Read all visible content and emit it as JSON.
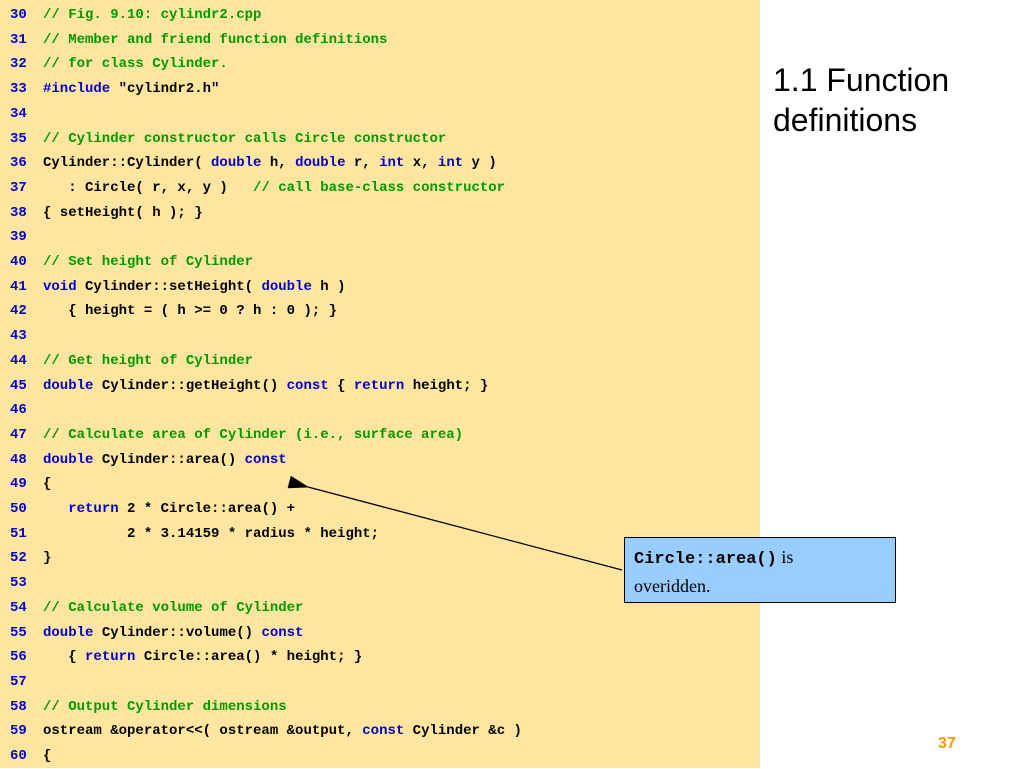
{
  "slide": {
    "title": "1.1 Function definitions",
    "page_number": "37",
    "callout": {
      "code": "Circle::area()",
      "text_after_code": " is",
      "text_line2": "overidden."
    }
  },
  "code_lines": [
    {
      "num": "30",
      "parts": [
        {
          "t": "// Fig. 9.10: cylindr2.cpp",
          "s": "c"
        }
      ]
    },
    {
      "num": "31",
      "parts": [
        {
          "t": "// Member and friend function definitions",
          "s": "c"
        }
      ]
    },
    {
      "num": "32",
      "parts": [
        {
          "t": "// for class Cylinder.",
          "s": "c"
        }
      ]
    },
    {
      "num": "33",
      "parts": [
        {
          "t": "#include",
          "s": "k"
        },
        {
          "t": " \"cylindr2.h\"",
          "s": "n"
        }
      ]
    },
    {
      "num": "34",
      "parts": []
    },
    {
      "num": "35",
      "parts": [
        {
          "t": "// Cylinder constructor calls Circle constructor",
          "s": "c"
        }
      ]
    },
    {
      "num": "36",
      "parts": [
        {
          "t": "Cylinder::Cylinder( ",
          "s": "n"
        },
        {
          "t": "double",
          "s": "k"
        },
        {
          "t": " h, ",
          "s": "n"
        },
        {
          "t": "double",
          "s": "k"
        },
        {
          "t": " r, ",
          "s": "n"
        },
        {
          "t": "int",
          "s": "k"
        },
        {
          "t": " x, ",
          "s": "n"
        },
        {
          "t": "int",
          "s": "k"
        },
        {
          "t": " y )",
          "s": "n"
        }
      ]
    },
    {
      "num": "37",
      "parts": [
        {
          "t": "   : Circle( r, x, y )   ",
          "s": "n"
        },
        {
          "t": "// call base-class constructor",
          "s": "c"
        }
      ]
    },
    {
      "num": "38",
      "parts": [
        {
          "t": "{ setHeight( h ); }",
          "s": "n"
        }
      ]
    },
    {
      "num": "39",
      "parts": []
    },
    {
      "num": "40",
      "parts": [
        {
          "t": "// Set height of Cylinder",
          "s": "c"
        }
      ]
    },
    {
      "num": "41",
      "parts": [
        {
          "t": "void",
          "s": "k"
        },
        {
          "t": " Cylinder::setHeight( ",
          "s": "n"
        },
        {
          "t": "double",
          "s": "k"
        },
        {
          "t": " h )",
          "s": "n"
        }
      ]
    },
    {
      "num": "42",
      "parts": [
        {
          "t": "   { height = ( h >= 0 ? h : 0 ); }",
          "s": "n"
        }
      ]
    },
    {
      "num": "43",
      "parts": []
    },
    {
      "num": "44",
      "parts": [
        {
          "t": "// Get height of Cylinder",
          "s": "c"
        }
      ]
    },
    {
      "num": "45",
      "parts": [
        {
          "t": "double",
          "s": "k"
        },
        {
          "t": " Cylinder::getHeight() ",
          "s": "n"
        },
        {
          "t": "const",
          "s": "k"
        },
        {
          "t": " { ",
          "s": "n"
        },
        {
          "t": "return",
          "s": "k"
        },
        {
          "t": " height; }",
          "s": "n"
        }
      ]
    },
    {
      "num": "46",
      "parts": []
    },
    {
      "num": "47",
      "parts": [
        {
          "t": "// Calculate area of Cylinder (i.e., surface area)",
          "s": "c"
        }
      ]
    },
    {
      "num": "48",
      "parts": [
        {
          "t": "double",
          "s": "k"
        },
        {
          "t": " Cylinder::area() ",
          "s": "n"
        },
        {
          "t": "const",
          "s": "k"
        }
      ]
    },
    {
      "num": "49",
      "parts": [
        {
          "t": "{",
          "s": "n"
        }
      ]
    },
    {
      "num": "50",
      "parts": [
        {
          "t": "   ",
          "s": "n"
        },
        {
          "t": "return",
          "s": "k"
        },
        {
          "t": " 2 * Circle::area() +",
          "s": "n"
        }
      ]
    },
    {
      "num": "51",
      "parts": [
        {
          "t": "          2 * 3.14159 * radius * height;",
          "s": "n"
        }
      ]
    },
    {
      "num": "52",
      "parts": [
        {
          "t": "}",
          "s": "n"
        }
      ]
    },
    {
      "num": "53",
      "parts": []
    },
    {
      "num": "54",
      "parts": [
        {
          "t": "// Calculate volume of Cylinder",
          "s": "c"
        }
      ]
    },
    {
      "num": "55",
      "parts": [
        {
          "t": "double",
          "s": "k"
        },
        {
          "t": " Cylinder::volume() ",
          "s": "n"
        },
        {
          "t": "const",
          "s": "k"
        }
      ]
    },
    {
      "num": "56",
      "parts": [
        {
          "t": "   { ",
          "s": "n"
        },
        {
          "t": "return",
          "s": "k"
        },
        {
          "t": " Circle::area() * height; }",
          "s": "n"
        }
      ]
    },
    {
      "num": "57",
      "parts": []
    },
    {
      "num": "58",
      "parts": [
        {
          "t": "// Output Cylinder dimensions",
          "s": "c"
        }
      ]
    },
    {
      "num": "59",
      "parts": [
        {
          "t": "ostream &operator<<( ostream &output, ",
          "s": "n"
        },
        {
          "t": "const",
          "s": "k"
        },
        {
          "t": " Cylinder &c )",
          "s": "n"
        }
      ]
    },
    {
      "num": "60",
      "parts": [
        {
          "t": "{",
          "s": "n"
        }
      ]
    }
  ],
  "colors": {
    "code_background": "#ffe6a0",
    "comment": "#009900",
    "keyword": "#0000cc",
    "line_number": "#0000cc",
    "callout_background": "#99ccff",
    "page_number": "#ff9900"
  }
}
